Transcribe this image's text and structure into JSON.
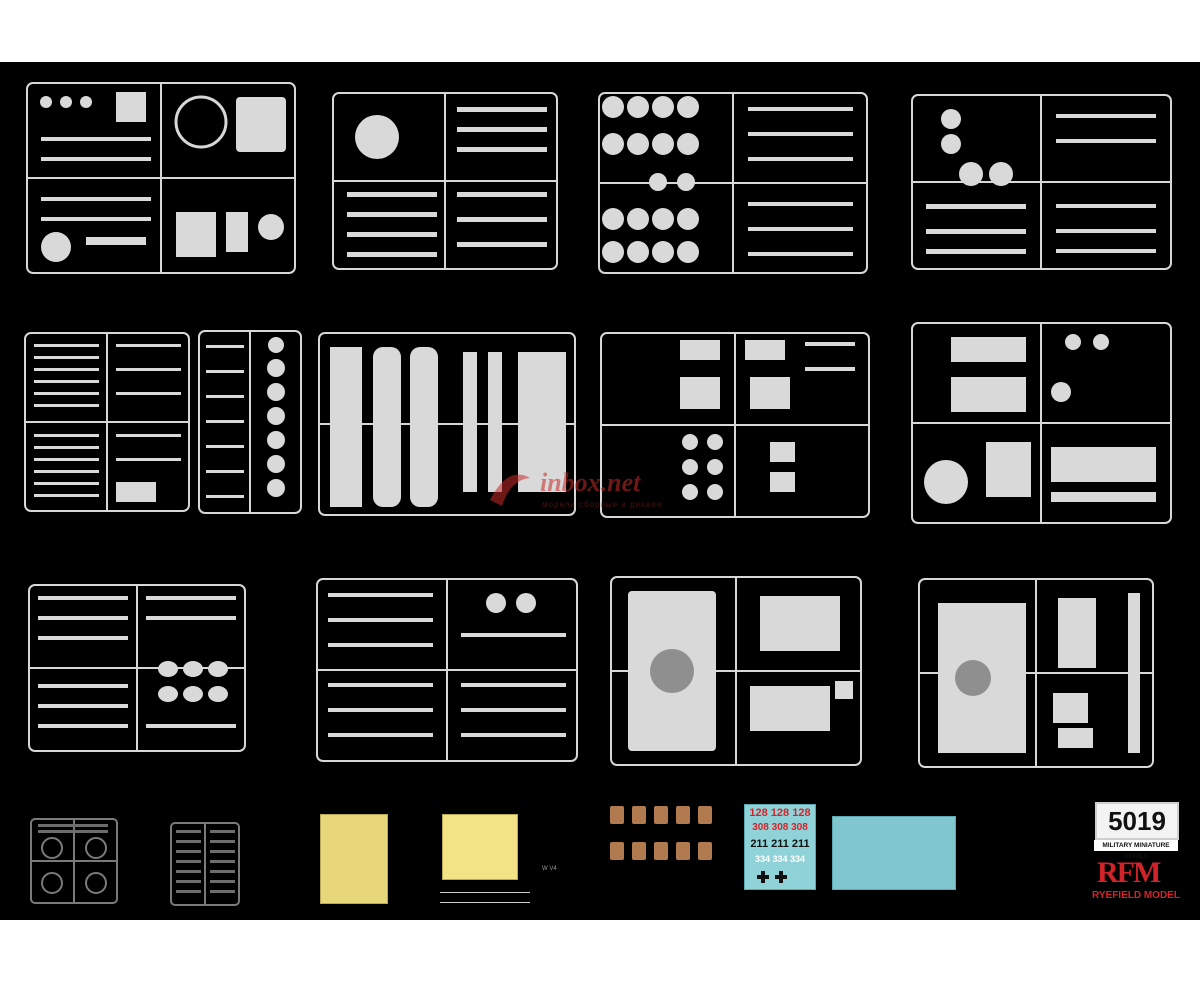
{
  "product": {
    "box_number": "5019",
    "series_label": "MILITARY MINIATURE SERIES",
    "brand_logo": "RFM",
    "brand_name": "RYEFIELD MODEL"
  },
  "watermark": {
    "text": "inbox.net",
    "subtext": "модели сборные и декали"
  },
  "decals": {
    "row1": "128 128 128",
    "row2": "308 308 308",
    "row3": "211 211 211",
    "row4": "334 334 334"
  },
  "colors": {
    "background": "#000000",
    "sprue_plastic": "#d9d9d9",
    "clear_sprue": "#6d6d6d",
    "photo_etch": "#e8d77a",
    "decal_sheet": "#7fc6cf",
    "brand_red": "#d3232a"
  }
}
